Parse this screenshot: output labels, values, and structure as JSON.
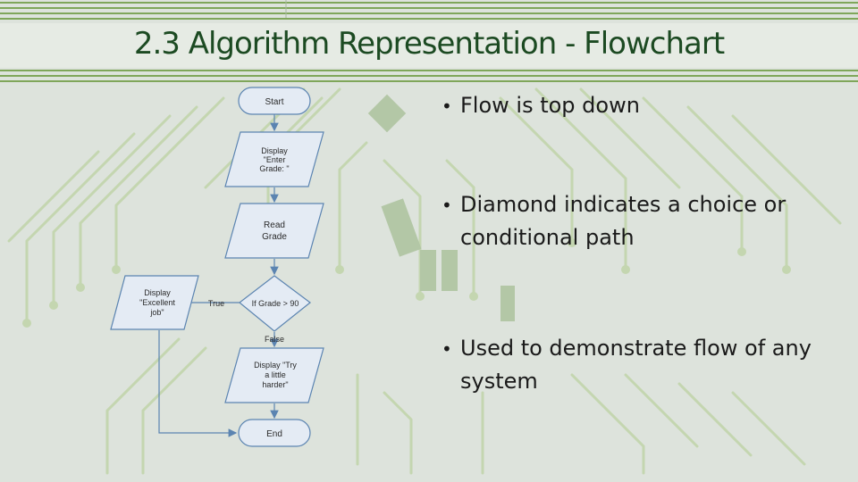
{
  "slide": {
    "title": "2.3 Algorithm Representation - Flowchart"
  },
  "flowchart": {
    "start": "Start",
    "display_enter": [
      "Display",
      "\"Enter",
      "Grade: \""
    ],
    "read_grade": [
      "Read",
      "Grade"
    ],
    "decision": "If Grade > 90",
    "display_excellent": [
      "Display",
      "\"Excellent",
      "job\""
    ],
    "display_try": [
      "Display \"Try",
      "a little",
      "harder\""
    ],
    "end": "End",
    "true_label": "True",
    "false_label": "False"
  },
  "bullets": [
    "Flow is top down",
    "Diamond indicates a choice or conditional path",
    "Used to demonstrate flow of any system"
  ],
  "colors": {
    "title_text": "#1c4a22",
    "title_band": "#7fa65a",
    "background": "#dde3dc",
    "circuit_trace": "#b8cfa2",
    "shape_fill": "#e4ebf4",
    "shape_stroke": "#5b84b1",
    "arrow": "#5b84b1"
  }
}
